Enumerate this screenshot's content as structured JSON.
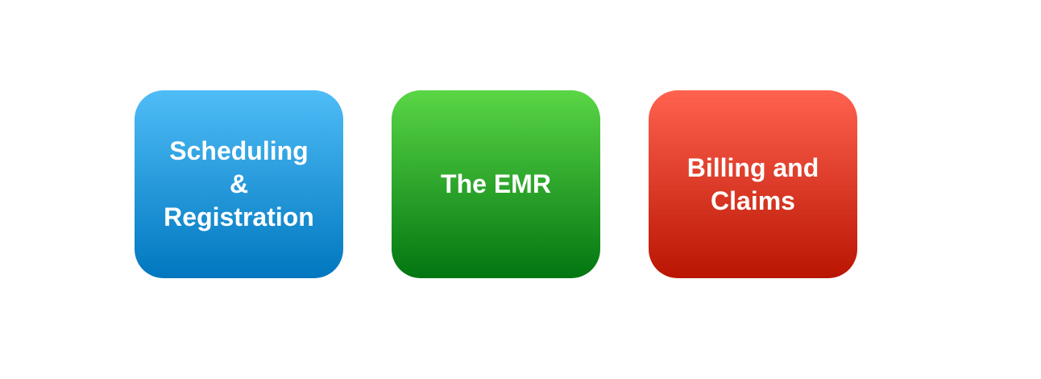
{
  "tiles": [
    {
      "label": "Scheduling\n&\nRegistration",
      "color_top": "#4fbdf7",
      "color_bottom": "#0077bf"
    },
    {
      "label": "The EMR",
      "color_top": "#5ad646",
      "color_bottom": "#027611"
    },
    {
      "label": "Billing and\nClaims",
      "color_top": "#ff624f",
      "color_bottom": "#b91502"
    }
  ]
}
